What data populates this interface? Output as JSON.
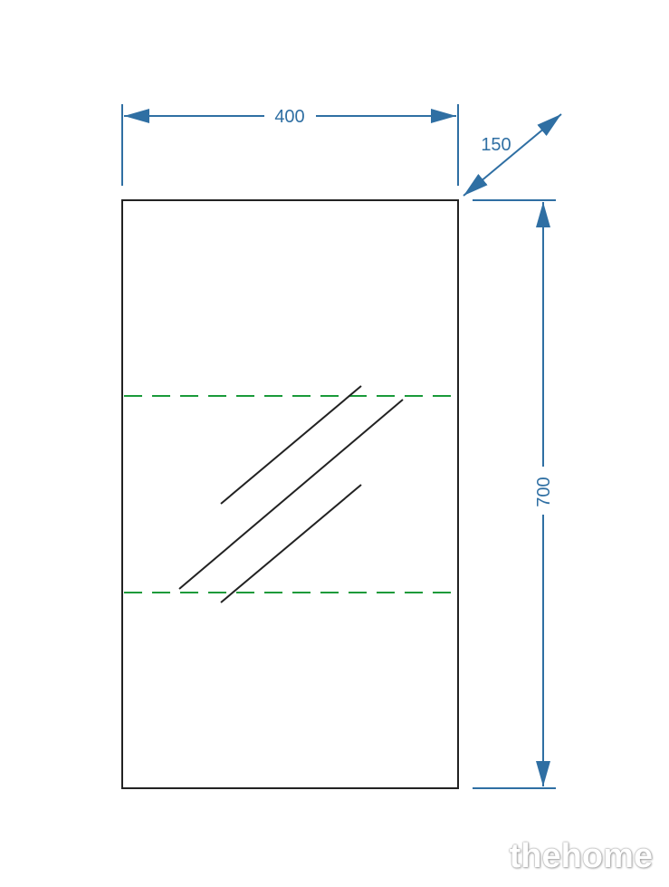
{
  "dimensions": {
    "width": "400",
    "depth": "150",
    "height": "700"
  },
  "colors": {
    "dimension_line": "#2f6fa3",
    "outline": "#222222",
    "dashed_line": "#1a9a3a",
    "glass_mark": "#222222"
  },
  "watermark": "thehome"
}
